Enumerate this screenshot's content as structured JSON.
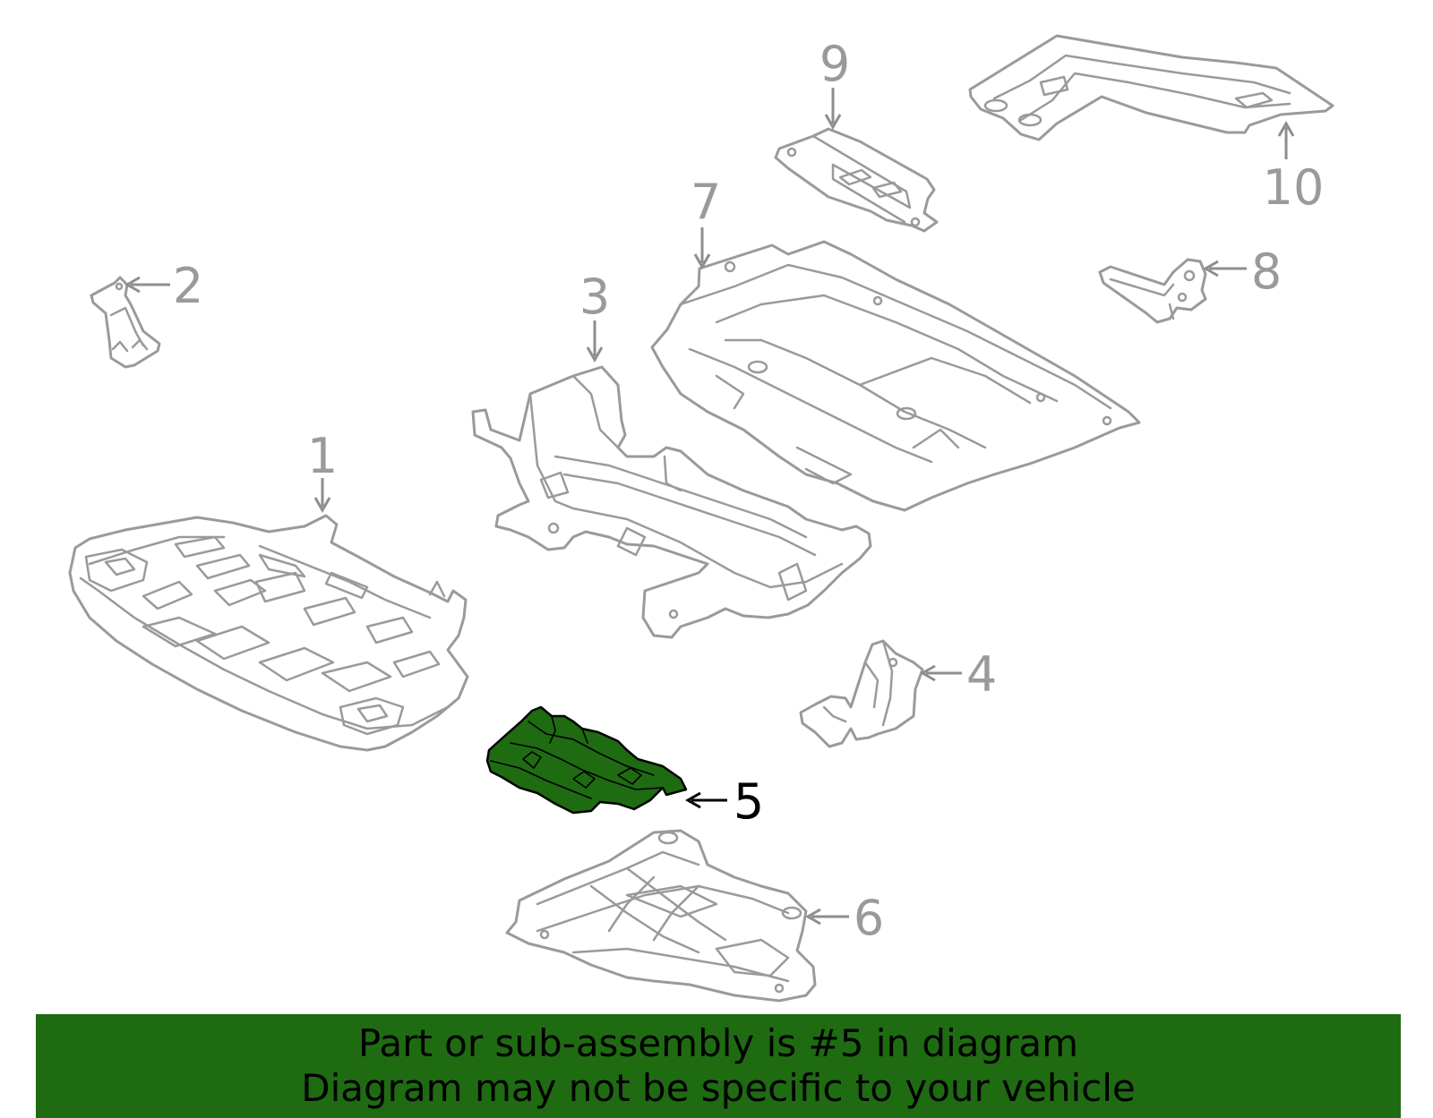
{
  "diagram": {
    "callouts": [
      {
        "number": "1",
        "highlighted": false
      },
      {
        "number": "2",
        "highlighted": false
      },
      {
        "number": "3",
        "highlighted": false
      },
      {
        "number": "4",
        "highlighted": false
      },
      {
        "number": "5",
        "highlighted": true
      },
      {
        "number": "6",
        "highlighted": false
      },
      {
        "number": "7",
        "highlighted": false
      },
      {
        "number": "8",
        "highlighted": false
      },
      {
        "number": "9",
        "highlighted": false
      },
      {
        "number": "10",
        "highlighted": false
      }
    ],
    "highlight_color": "#1f6b12",
    "part_line_color": "#9a9a9a"
  },
  "banner": {
    "line1": "Part or sub-assembly is #5 in diagram",
    "line2": "Diagram may not be specific to your vehicle",
    "background": "#1f6b12"
  }
}
